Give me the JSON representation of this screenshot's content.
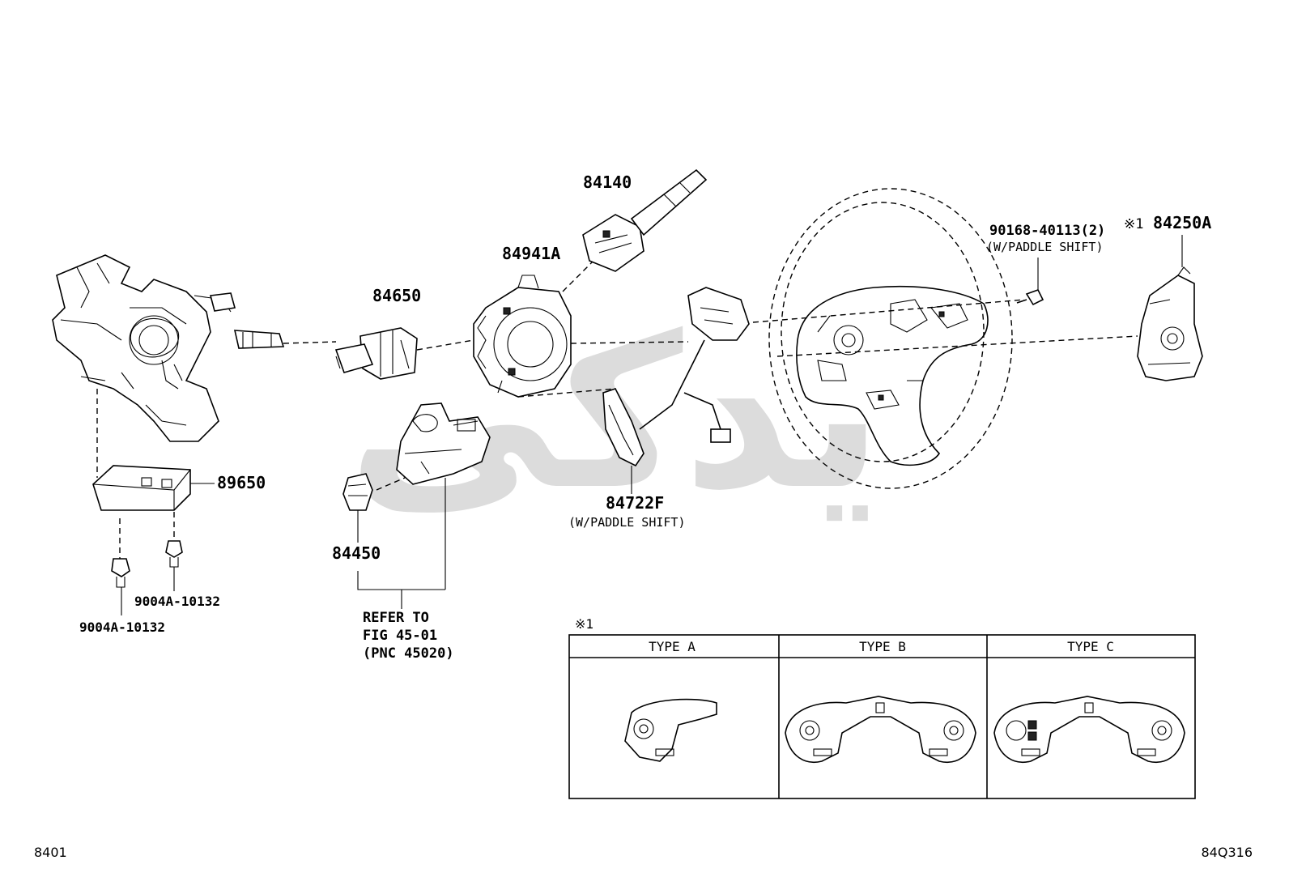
{
  "watermark": "یدکی",
  "parts": {
    "p84140": "84140",
    "p84941a": "84941A",
    "p84650": "84650",
    "p89650": "89650",
    "p84450": "84450",
    "p84722f": "84722F",
    "p84722f_note": "(W/PADDLE SHIFT)",
    "p84250a_mark": "※1",
    "p84250a": "84250A",
    "p90168": "90168-40113(2)",
    "p90168_note": "(W/PADDLE SHIFT)",
    "bolt_a": "9004A-10132",
    "bolt_b": "9004A-10132"
  },
  "refer": {
    "line1": "REFER TO",
    "line2": "FIG 45-01",
    "line3": "(PNC 45020)"
  },
  "type_table": {
    "mark": "※1",
    "headers": [
      "TYPE A",
      "TYPE B",
      "TYPE C"
    ]
  },
  "footer": {
    "left_code": "8401",
    "right_code": "84Q316"
  }
}
